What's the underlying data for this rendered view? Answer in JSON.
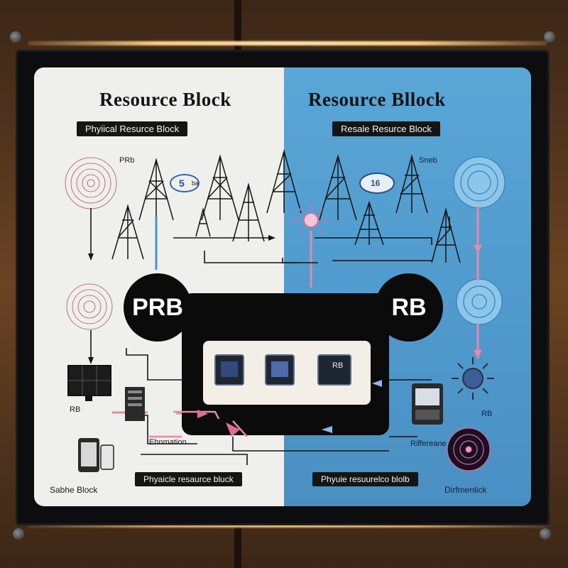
{
  "left_panel": {
    "title": "Resource Block",
    "subtitle": "Phyiical Resurce Block",
    "bubble": "PRB",
    "tower_label": "PRb",
    "badge": "5",
    "badge_suffix": "ba",
    "label_rb": "RB",
    "label_connection": "Ehnmation",
    "bottom_tag": "Phyaicle resaurce bluck",
    "corner_label": "Sabhe Block"
  },
  "right_panel": {
    "title": "Resource Bllock",
    "subtitle": "Resale Resurce Block",
    "bubble": "RB",
    "tower_label": "Sneb",
    "badge": "16",
    "label_rb": "RB",
    "label_connection": "Riffereane",
    "bottom_tag": "Phyuie resuurelco blolb",
    "corner_label": "Dirfmenlick"
  },
  "center": {
    "chip_right_label": "RB"
  },
  "colors": {
    "left_bg": "#efefec",
    "right_bg": "#5aa6d6",
    "blue_link": "#4a8fd8",
    "pink_link": "#e48aa8",
    "dark": "#0b0b0b"
  }
}
